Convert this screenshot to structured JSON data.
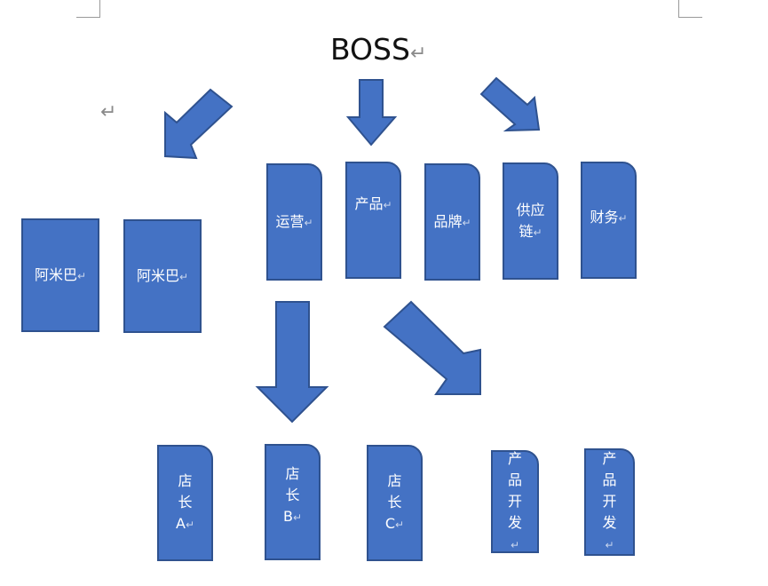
{
  "title": "BOSS",
  "return_mark": "↵",
  "left_boxes": [
    "阿米巴",
    "阿米巴"
  ],
  "departments": [
    "运营",
    "产品",
    "品牌",
    "供应链",
    "财务"
  ],
  "store_managers": [
    "店长A",
    "店长B",
    "店长C"
  ],
  "product_dev": [
    "产品开发",
    "产品开发"
  ],
  "colors": {
    "box_fill": "#4472c4",
    "box_border": "#2f528f"
  }
}
